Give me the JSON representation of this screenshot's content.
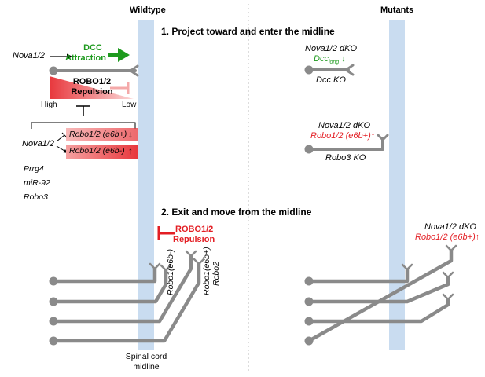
{
  "headers": {
    "wildtype": "Wildtype",
    "mutants": "Mutants"
  },
  "steps": {
    "step1": "1. Project toward and enter the midline",
    "step2": "2. Exit and move from the midline"
  },
  "wildtype": {
    "nova_label": "Nova1/2",
    "dcc_line1": "DCC",
    "dcc_line2": "Attraction",
    "robo_line1": "ROBO1/2",
    "robo_line2": "Repulsion",
    "high": "High",
    "low": "Low",
    "nova_label_2": "Nova1/2",
    "robo_e6b_plus": "Robo1/2 (e6b+)",
    "robo_e6b_minus": "Robo1/2 (e6b-)",
    "prrg4": "Prrg4",
    "mir92": "miR-92",
    "robo3": "Robo3",
    "exit_robo_line1": "ROBO1/2",
    "exit_robo_line2": "Repulsion",
    "axon_label_robo1_e6b_minus": "Robo1(e6b-)",
    "axon_label_robo1_e6b_plus": "Robo1(e6b+)",
    "axon_label_robo2": "Robo2",
    "midline_line1": "Spinal cord",
    "midline_line2": "midline",
    "arrow_down": "↓",
    "arrow_up": "↑"
  },
  "mutants": {
    "m1_line1": "Nova1/2 dKO",
    "m1_dcc_main": "Dcc",
    "m1_dcc_sub": "long",
    "m1_dcc_arrow": "↓",
    "m1_ko": "Dcc KO",
    "m2_line1": "Nova1/2 dKO",
    "m2_line2": "Robo1/2 (e6b+)",
    "m2_arrow": "↑",
    "m2_ko": "Robo3 KO",
    "m3_line1": "Nova1/2 dKO",
    "m3_line2": "Robo1/2 (e6b+)",
    "m3_arrow": "↑"
  },
  "colors": {
    "midline": "#c9dcf0",
    "axon": "#8a8a8a",
    "attraction": "#1e9a1e",
    "repulsion": "#e31e24",
    "gradient": "#f06060",
    "divider": "#bbbbbb"
  }
}
